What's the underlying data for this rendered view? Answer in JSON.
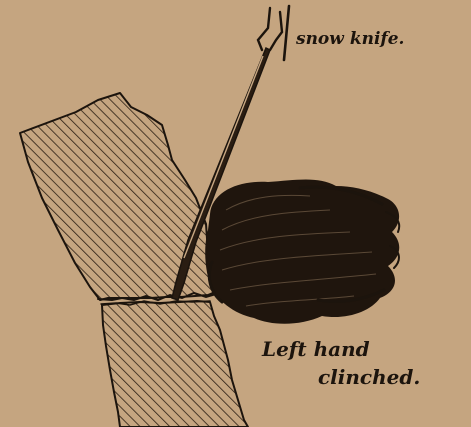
{
  "labels": {
    "snow_knife": "snow knife.",
    "left_hand_line1": "Left hand",
    "left_hand_line2": "clinched."
  },
  "colors": {
    "paper": "#c8a883",
    "ink": "#1c140d",
    "hatch": "#2a1d12"
  }
}
